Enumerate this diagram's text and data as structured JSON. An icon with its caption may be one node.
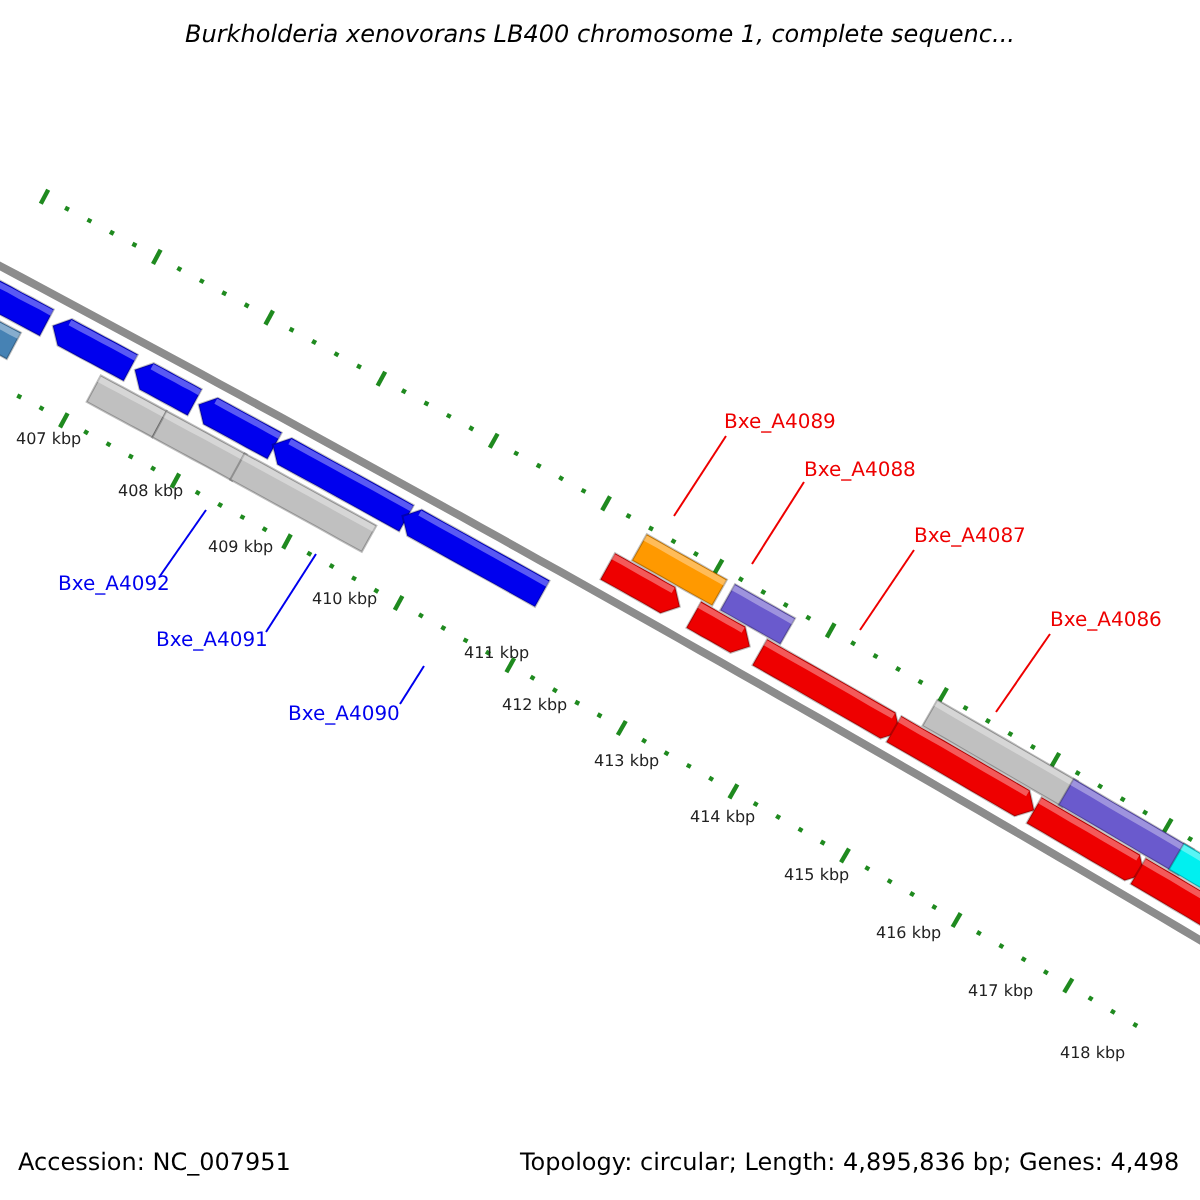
{
  "diagram": {
    "title": "Burkholderia xenovorans LB400 chromosome 1, complete sequenc...",
    "nodes": [
      {
        "text": [
          "Bxe_A4089"
        ]
      },
      {
        "text": [
          "Bxe_A4088"
        ]
      },
      {
        "text": [
          "Bxe_A4087"
        ]
      },
      {
        "text": [
          "Bxe_A4092"
        ]
      },
      {
        "text": [
          "Bxe_A4086"
        ]
      },
      {
        "text": [
          "Bxe_A4091"
        ]
      },
      {
        "text": [
          "Bxe_A4090"
        ]
      }
    ],
    "edges": [
      {
        "from": 0,
        "to": null,
        "arrow": "none"
      },
      {
        "from": 1,
        "to": null,
        "arrow": "none"
      },
      {
        "from": 2,
        "to": null,
        "arrow": "none"
      },
      {
        "from": 3,
        "to": null,
        "arrow": "none",
        "color": "#0000ee"
      },
      {
        "from": 4,
        "to": null,
        "arrow": "none"
      },
      {
        "from": 5,
        "to": null,
        "arrow": "none",
        "color": "#0000ee"
      },
      {
        "from": 6,
        "to": null,
        "arrow": "none",
        "color": "#0000ee"
      }
    ],
    "labels": [
      "407 kbp",
      "408 kbp",
      "409 kbp",
      "410 kbp",
      "411 kbp",
      "412 kbp",
      "413 kbp",
      "414 kbp",
      "415 kbp",
      "416 kbp",
      "417 kbp",
      "418 kbp",
      "Accession: NC_007951",
      "Topology: circular; Length: 4,895,836 bp; Genes: 4,498"
    ]
  }
}
